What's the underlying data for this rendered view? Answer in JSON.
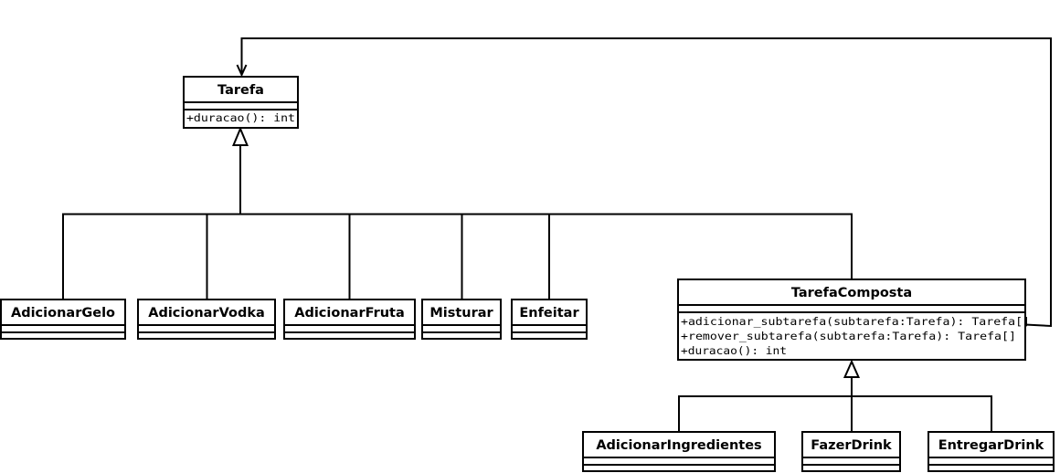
{
  "diagram": {
    "type": "uml-class-diagram",
    "classes": {
      "tarefa": {
        "name": "Tarefa",
        "operations": [
          "+duracao(): int"
        ]
      },
      "adicionar_gelo": {
        "name": "AdicionarGelo"
      },
      "adicionar_vodka": {
        "name": "AdicionarVodka"
      },
      "adicionar_fruta": {
        "name": "AdicionarFruta"
      },
      "misturar": {
        "name": "Misturar"
      },
      "enfeitar": {
        "name": "Enfeitar"
      },
      "tarefa_composta": {
        "name": "TarefaComposta",
        "operations": [
          "+adicionar_subtarefa(subtarefa:Tarefa): Tarefa[]",
          "+remover_subtarefa(subtarefa:Tarefa): Tarefa[]",
          "+duracao(): int"
        ]
      },
      "adicionar_ingredientes": {
        "name": "AdicionarIngredientes"
      },
      "fazer_drink": {
        "name": "FazerDrink"
      },
      "entregar_drink": {
        "name": "EntregarDrink"
      }
    },
    "relations": [
      {
        "type": "generalization",
        "from": "AdicionarGelo",
        "to": "Tarefa"
      },
      {
        "type": "generalization",
        "from": "AdicionarVodka",
        "to": "Tarefa"
      },
      {
        "type": "generalization",
        "from": "AdicionarFruta",
        "to": "Tarefa"
      },
      {
        "type": "generalization",
        "from": "Misturar",
        "to": "Tarefa"
      },
      {
        "type": "generalization",
        "from": "Enfeitar",
        "to": "Tarefa"
      },
      {
        "type": "generalization",
        "from": "TarefaComposta",
        "to": "Tarefa"
      },
      {
        "type": "association",
        "from": "TarefaComposta",
        "to": "Tarefa"
      },
      {
        "type": "generalization",
        "from": "AdicionarIngredientes",
        "to": "TarefaComposta"
      },
      {
        "type": "generalization",
        "from": "FazerDrink",
        "to": "TarefaComposta"
      },
      {
        "type": "generalization",
        "from": "EntregarDrink",
        "to": "TarefaComposta"
      }
    ]
  }
}
